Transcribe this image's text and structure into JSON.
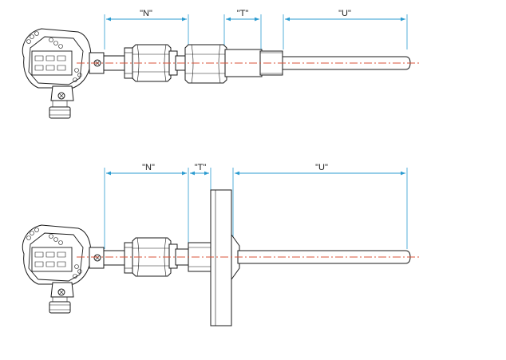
{
  "assemblies": [
    {
      "id": "threaded",
      "dimensions": [
        {
          "key": "n",
          "label": "\"N\""
        },
        {
          "key": "t",
          "label": "\"T\""
        },
        {
          "key": "u",
          "label": "\"U\""
        }
      ]
    },
    {
      "id": "flanged",
      "dimensions": [
        {
          "key": "n",
          "label": "\"N\""
        },
        {
          "key": "t",
          "label": "\"T\""
        },
        {
          "key": "u",
          "label": "\"U\""
        }
      ]
    }
  ],
  "colors": {
    "dimension": "#2b9bd0",
    "centerline": "#d9533a",
    "outline": "#1a1a1a"
  }
}
